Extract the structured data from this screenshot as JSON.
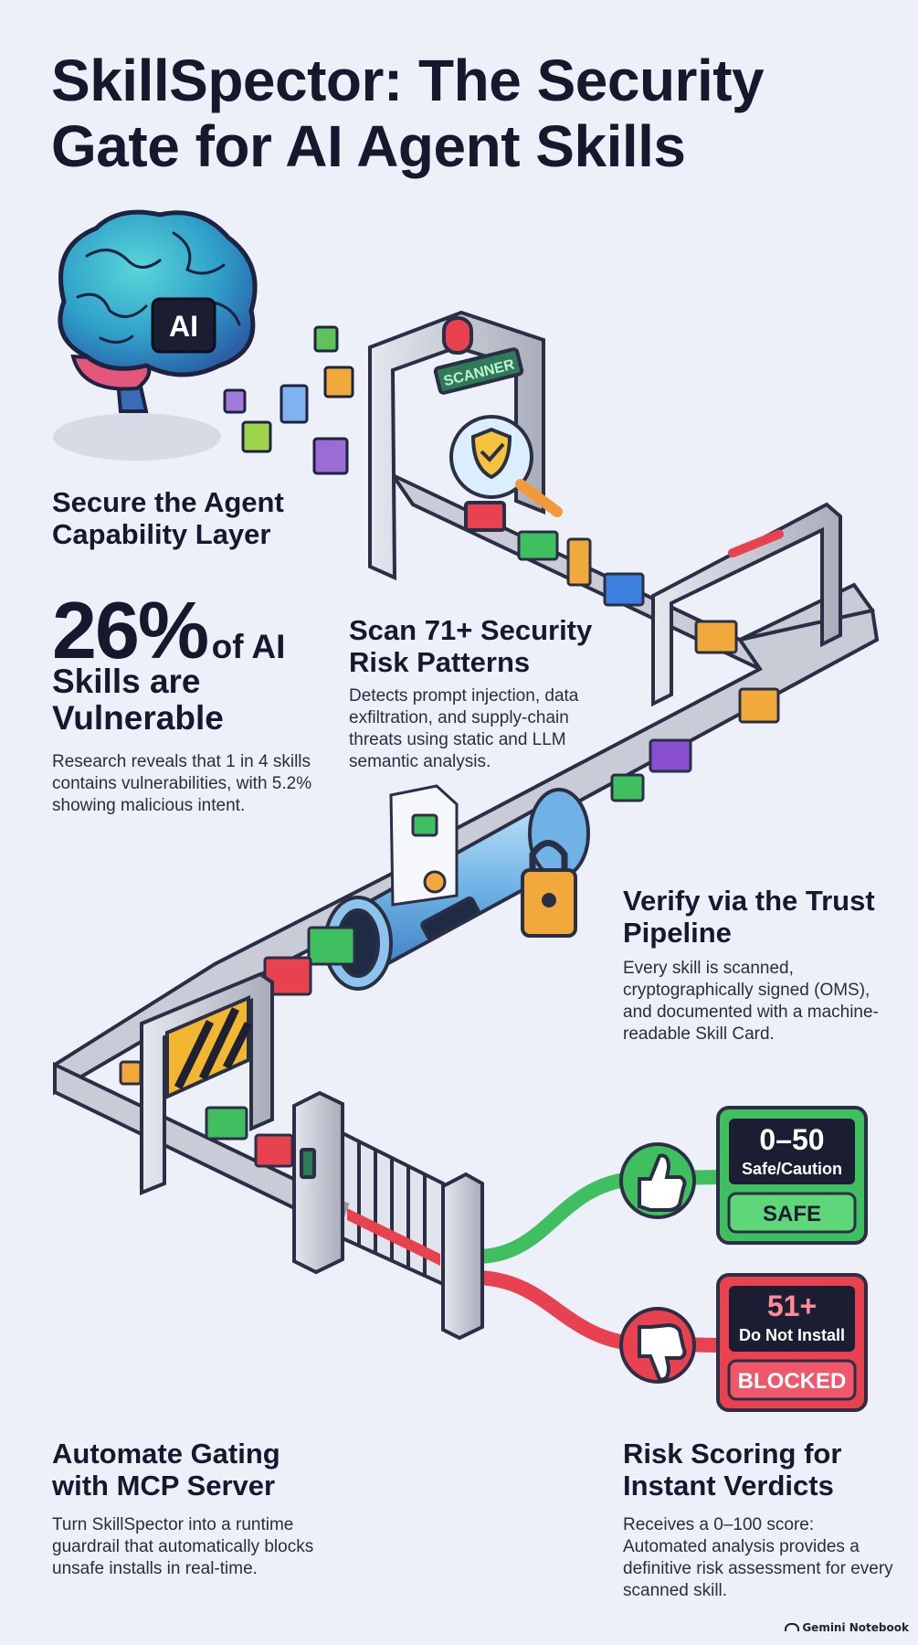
{
  "title": "SkillSpector: The Security Gate for AI Agent Skills",
  "brain_label": "AI",
  "scanner_label": "SCANNER",
  "sections": {
    "capability": {
      "heading": "Secure the Agent Capability Layer"
    },
    "stat": {
      "value": "26%",
      "suffix": "of AI",
      "rest": "Skills are Vulnerable",
      "body": "Research reveals that 1 in 4 skills contains vulnerabilities, with 5.2% showing malicious intent."
    },
    "scan": {
      "heading": "Scan 71+ Security Risk Patterns",
      "body": "Detects prompt injection, data exfiltration, and supply-chain threats using static and LLM semantic analysis."
    },
    "verify": {
      "heading": "Verify via the Trust Pipeline",
      "body": "Every skill is scanned, cryptographically signed (OMS), and documented with a machine-readable Skill Card."
    },
    "mcp": {
      "heading": "Automate Gating with MCP Server",
      "body": "Turn SkillSpector into a runtime guardrail that automatically blocks unsafe installs in real-time."
    },
    "risk": {
      "heading": "Risk Scoring for Instant Verdicts",
      "body": "Receives a 0–100 score: Automated analysis provides a definitive risk assessment for every scanned skill."
    }
  },
  "verdicts": {
    "safe": {
      "range": "0–50",
      "caption": "Safe/Caution",
      "label": "SAFE",
      "color": "#3fbf5f"
    },
    "blocked": {
      "range": "51+",
      "caption": "Do Not Install",
      "label": "BLOCKED",
      "color": "#e8414f"
    }
  },
  "footer": "Gemini Notebook",
  "icons": [
    "brain-icon",
    "cube-icon",
    "scanner-gate-icon",
    "alarm-light-icon",
    "shield-check-icon",
    "magnifier-icon",
    "pipeline-icon",
    "padlock-icon",
    "certificate-icon",
    "barrier-icon",
    "gate-icon",
    "thumbs-up-icon",
    "thumbs-down-icon"
  ],
  "colors": {
    "background": "#edf0f9",
    "text": "#16182e",
    "safe": "#3fbf5f",
    "blocked": "#e8414f",
    "belt": "#c9ccd6"
  }
}
